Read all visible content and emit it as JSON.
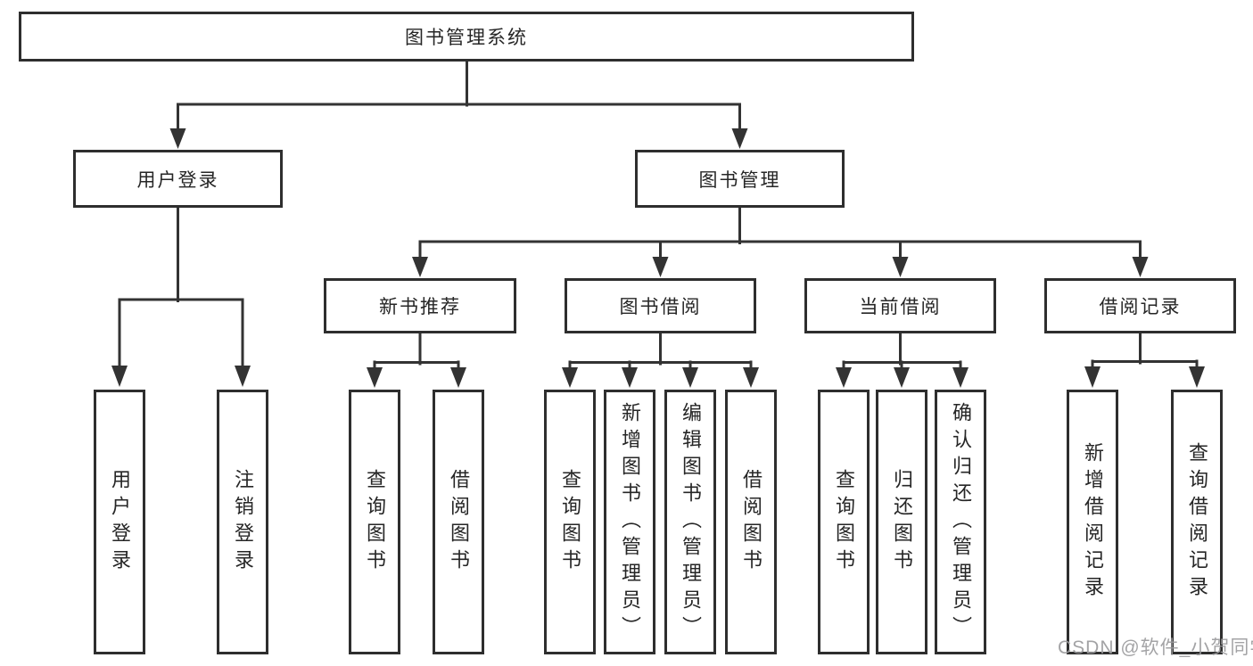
{
  "diagram": {
    "root": "图书管理系统",
    "level2": [
      "用户登录",
      "图书管理"
    ],
    "level3": [
      "新书推荐",
      "图书借阅",
      "当前借阅",
      "借阅记录"
    ],
    "leaves": {
      "login": [
        "用户登录",
        "注销登录"
      ],
      "recommend": [
        "查询图书",
        "借阅图书"
      ],
      "borrow": [
        "查询图书",
        "新增图书（管理员）",
        "编辑图书（管理员）",
        "借阅图书"
      ],
      "current": [
        "查询图书",
        "归还图书",
        "确认归还（管理员）"
      ],
      "records": [
        "新增借阅记录",
        "查询借阅记录"
      ]
    },
    "colors": {
      "line": "#333333",
      "box_border": "#2e2e2e",
      "text": "#262626",
      "watermark": "#9b9b9d",
      "background": "#ffffff"
    }
  },
  "watermark": "CSDN @软件_小贺同学"
}
